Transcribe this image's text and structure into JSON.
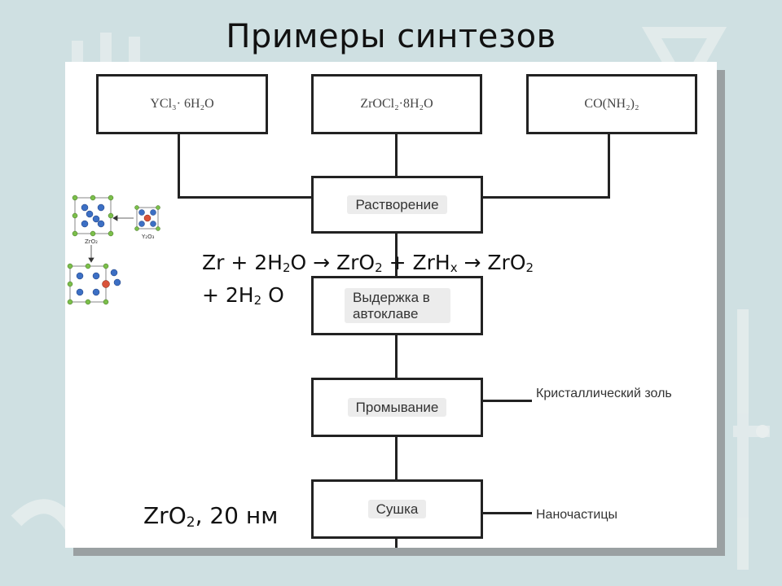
{
  "slide": {
    "title": "Примеры синтезов"
  },
  "reagents": [
    {
      "label": "YCl₃· 6H₂O"
    },
    {
      "label": "ZrOCl₂·8H₂O"
    },
    {
      "label": "CO(NH₂)₂"
    }
  ],
  "steps": [
    {
      "label": "Растворение"
    },
    {
      "label": "Выдержка в автоклаве"
    },
    {
      "label": "Промывание"
    },
    {
      "label": "Сушка"
    }
  ],
  "outputs": [
    {
      "label": "Кристаллический золь"
    },
    {
      "label": "Наночастицы"
    }
  ],
  "equation": {
    "l1_a": "Zr + 2H",
    "l1_sub_a": "2",
    "l1_b": "O → ZrO",
    "l1_sub_b": "2",
    "l1_c": " + ZrH",
    "l1_sub_c": "x",
    "l1_d": " → ZrO",
    "l1_sub_d": "2",
    "l2_a": "+ 2H",
    "l2_sub_a": "2",
    "l2_b": " O"
  },
  "caption": {
    "a": "ZrO",
    "sub": "2",
    "b": ", 20 нм"
  },
  "crystal_labels": {
    "zro2": "ZrO₂",
    "y2o3": "Y₂O₃"
  },
  "colors": {
    "background": "#cfe0e2",
    "panel": "#ffffff",
    "box_border": "#222222"
  }
}
